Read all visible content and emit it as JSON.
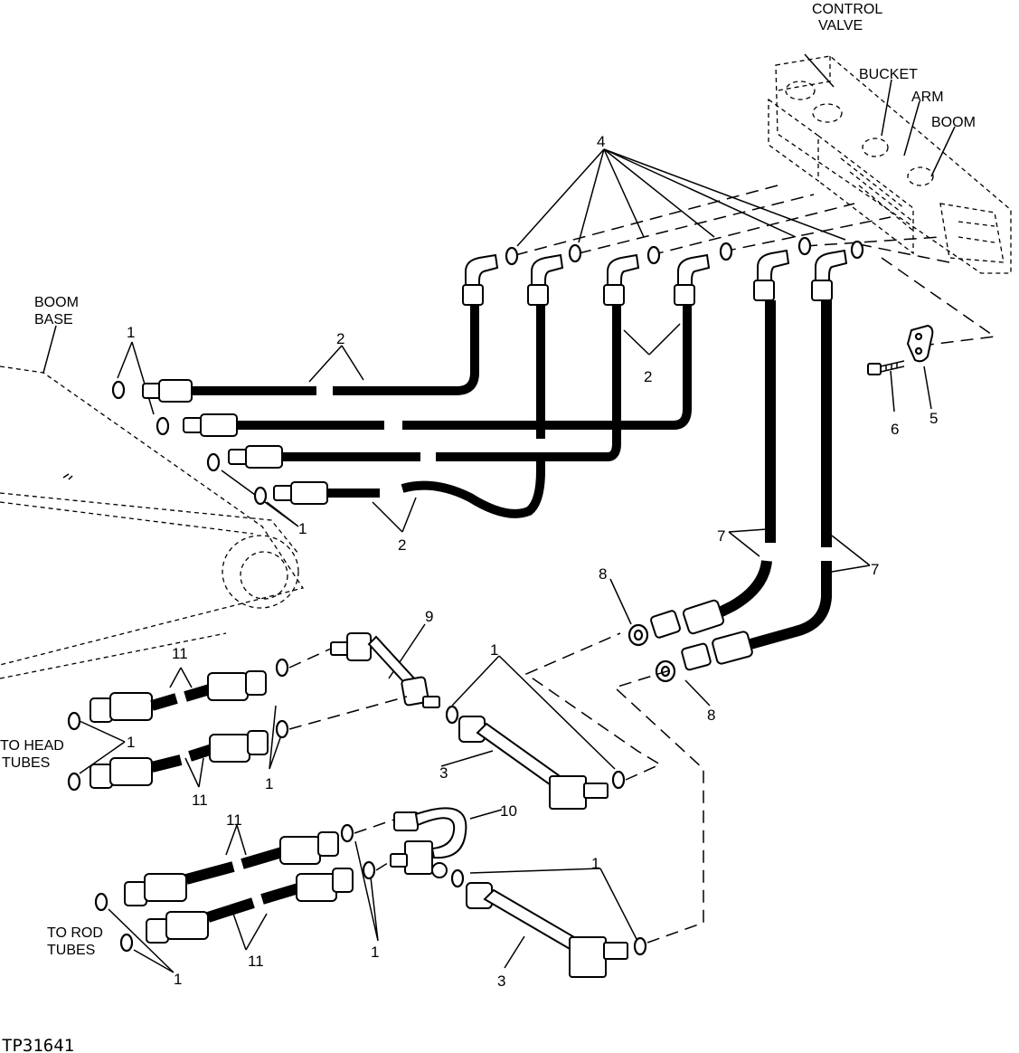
{
  "labels": {
    "control_valve_1": "CONTROL",
    "control_valve_2": "VALVE",
    "bucket": "BUCKET",
    "arm": "ARM",
    "boom": "BOOM",
    "boom_base_1": "BOOM",
    "boom_base_2": "BASE",
    "to_head_1": "TO HEAD",
    "to_head_2": "TUBES",
    "to_rod_1": "TO ROD",
    "to_rod_2": "TUBES",
    "figure_id": "TP31641"
  },
  "callouts": {
    "c1_top": "1",
    "c1_mid": "1",
    "c1_head": "1",
    "c1_center": "1",
    "c1_right_top": "1",
    "c1_lower_center": "1",
    "c1_lower_right": "1",
    "c1_rod": "1",
    "c2_top": "2",
    "c2_right": "2",
    "c2_bottom": "2",
    "c3_upper": "3",
    "c3_lower": "3",
    "c4": "4",
    "c5": "5",
    "c6": "6",
    "c7_left": "7",
    "c7_right": "7",
    "c8_upper": "8",
    "c8_lower": "8",
    "c9": "9",
    "c10": "10",
    "c11_a": "11",
    "c11_b": "11",
    "c11_c": "11",
    "c11_d": "11"
  }
}
